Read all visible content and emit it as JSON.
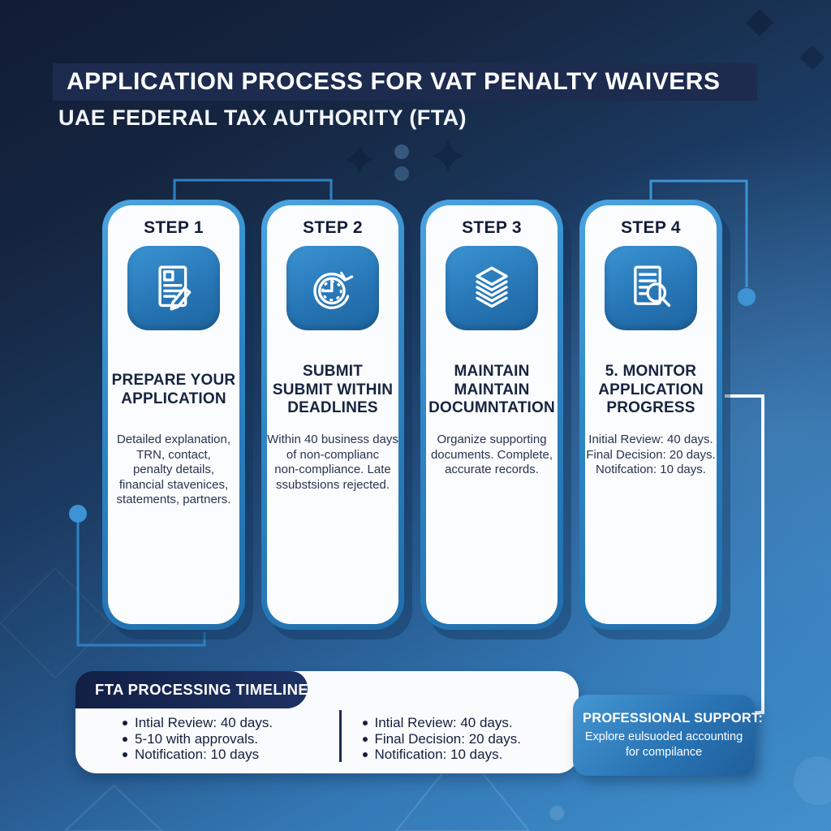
{
  "header": {
    "title": "APPLICATION PROCESS FOR VAT PENALTY WAIVERS",
    "subtitle": "UAE FEDERAL TAX AUTHORITY (FTA)"
  },
  "steps": [
    {
      "label": "STEP 1",
      "icon": "document-pencil-icon",
      "heading_lines": [
        "PREPARE YOUR",
        "APPLICATION"
      ],
      "body_lines": [
        "Detailed explanation,",
        "TRN, contact,",
        "penalty details,",
        "financial stavenices,",
        "statements, partners."
      ]
    },
    {
      "label": "STEP 2",
      "icon": "clock-deadline-icon",
      "heading_lines": [
        "SUBMIT",
        "SUBMIT WITHIN",
        "DEADLINES"
      ],
      "body_lines": [
        "Within 40 business days",
        "of non-complianc",
        "non-compliance. Late",
        "ssubstsions rejected."
      ]
    },
    {
      "label": "STEP 3",
      "icon": "stacked-documents-icon",
      "heading_lines": [
        "MAINTAIN",
        "MAINTAIN",
        "DOCUMNTATION"
      ],
      "body_lines": [
        "Organize supporting",
        "documents. Complete,",
        "accurate records."
      ]
    },
    {
      "label": "STEP 4",
      "icon": "document-search-icon",
      "heading_lines": [
        "5. MONITOR",
        "APPLICATION",
        "PROGRESS"
      ],
      "body_lines": [
        "Initial Review: 40 days.",
        "Final Decision: 20 days.",
        "Notifcation: 10 days."
      ]
    }
  ],
  "timeline": {
    "title": "FTA PROCESSING TIMELINE",
    "left_items": [
      "Intial Review: 40 days.",
      "5-10 with approvals.",
      "Notification: 10 days"
    ],
    "right_items": [
      "Intial Review: 40 days.",
      "Final Decision: 20 days.",
      "Notification: 10 days."
    ]
  },
  "support": {
    "title": "PROFESSIONAL SUPPORT:",
    "body": "Explore eulsuoded accounting for compilance"
  },
  "colors": {
    "background_top": "#131f3a",
    "background_bottom": "#4190cd",
    "header_bar": "#1c2b4e",
    "card_border": "#2e85c5",
    "icon_tile": "#2b7ec2",
    "navy_text": "#16243f",
    "panel_navy": "#18294f",
    "connector_blue": "#2f80c3",
    "dot_blue": "#3d93d3",
    "panel_white": "#f9fbfd"
  }
}
